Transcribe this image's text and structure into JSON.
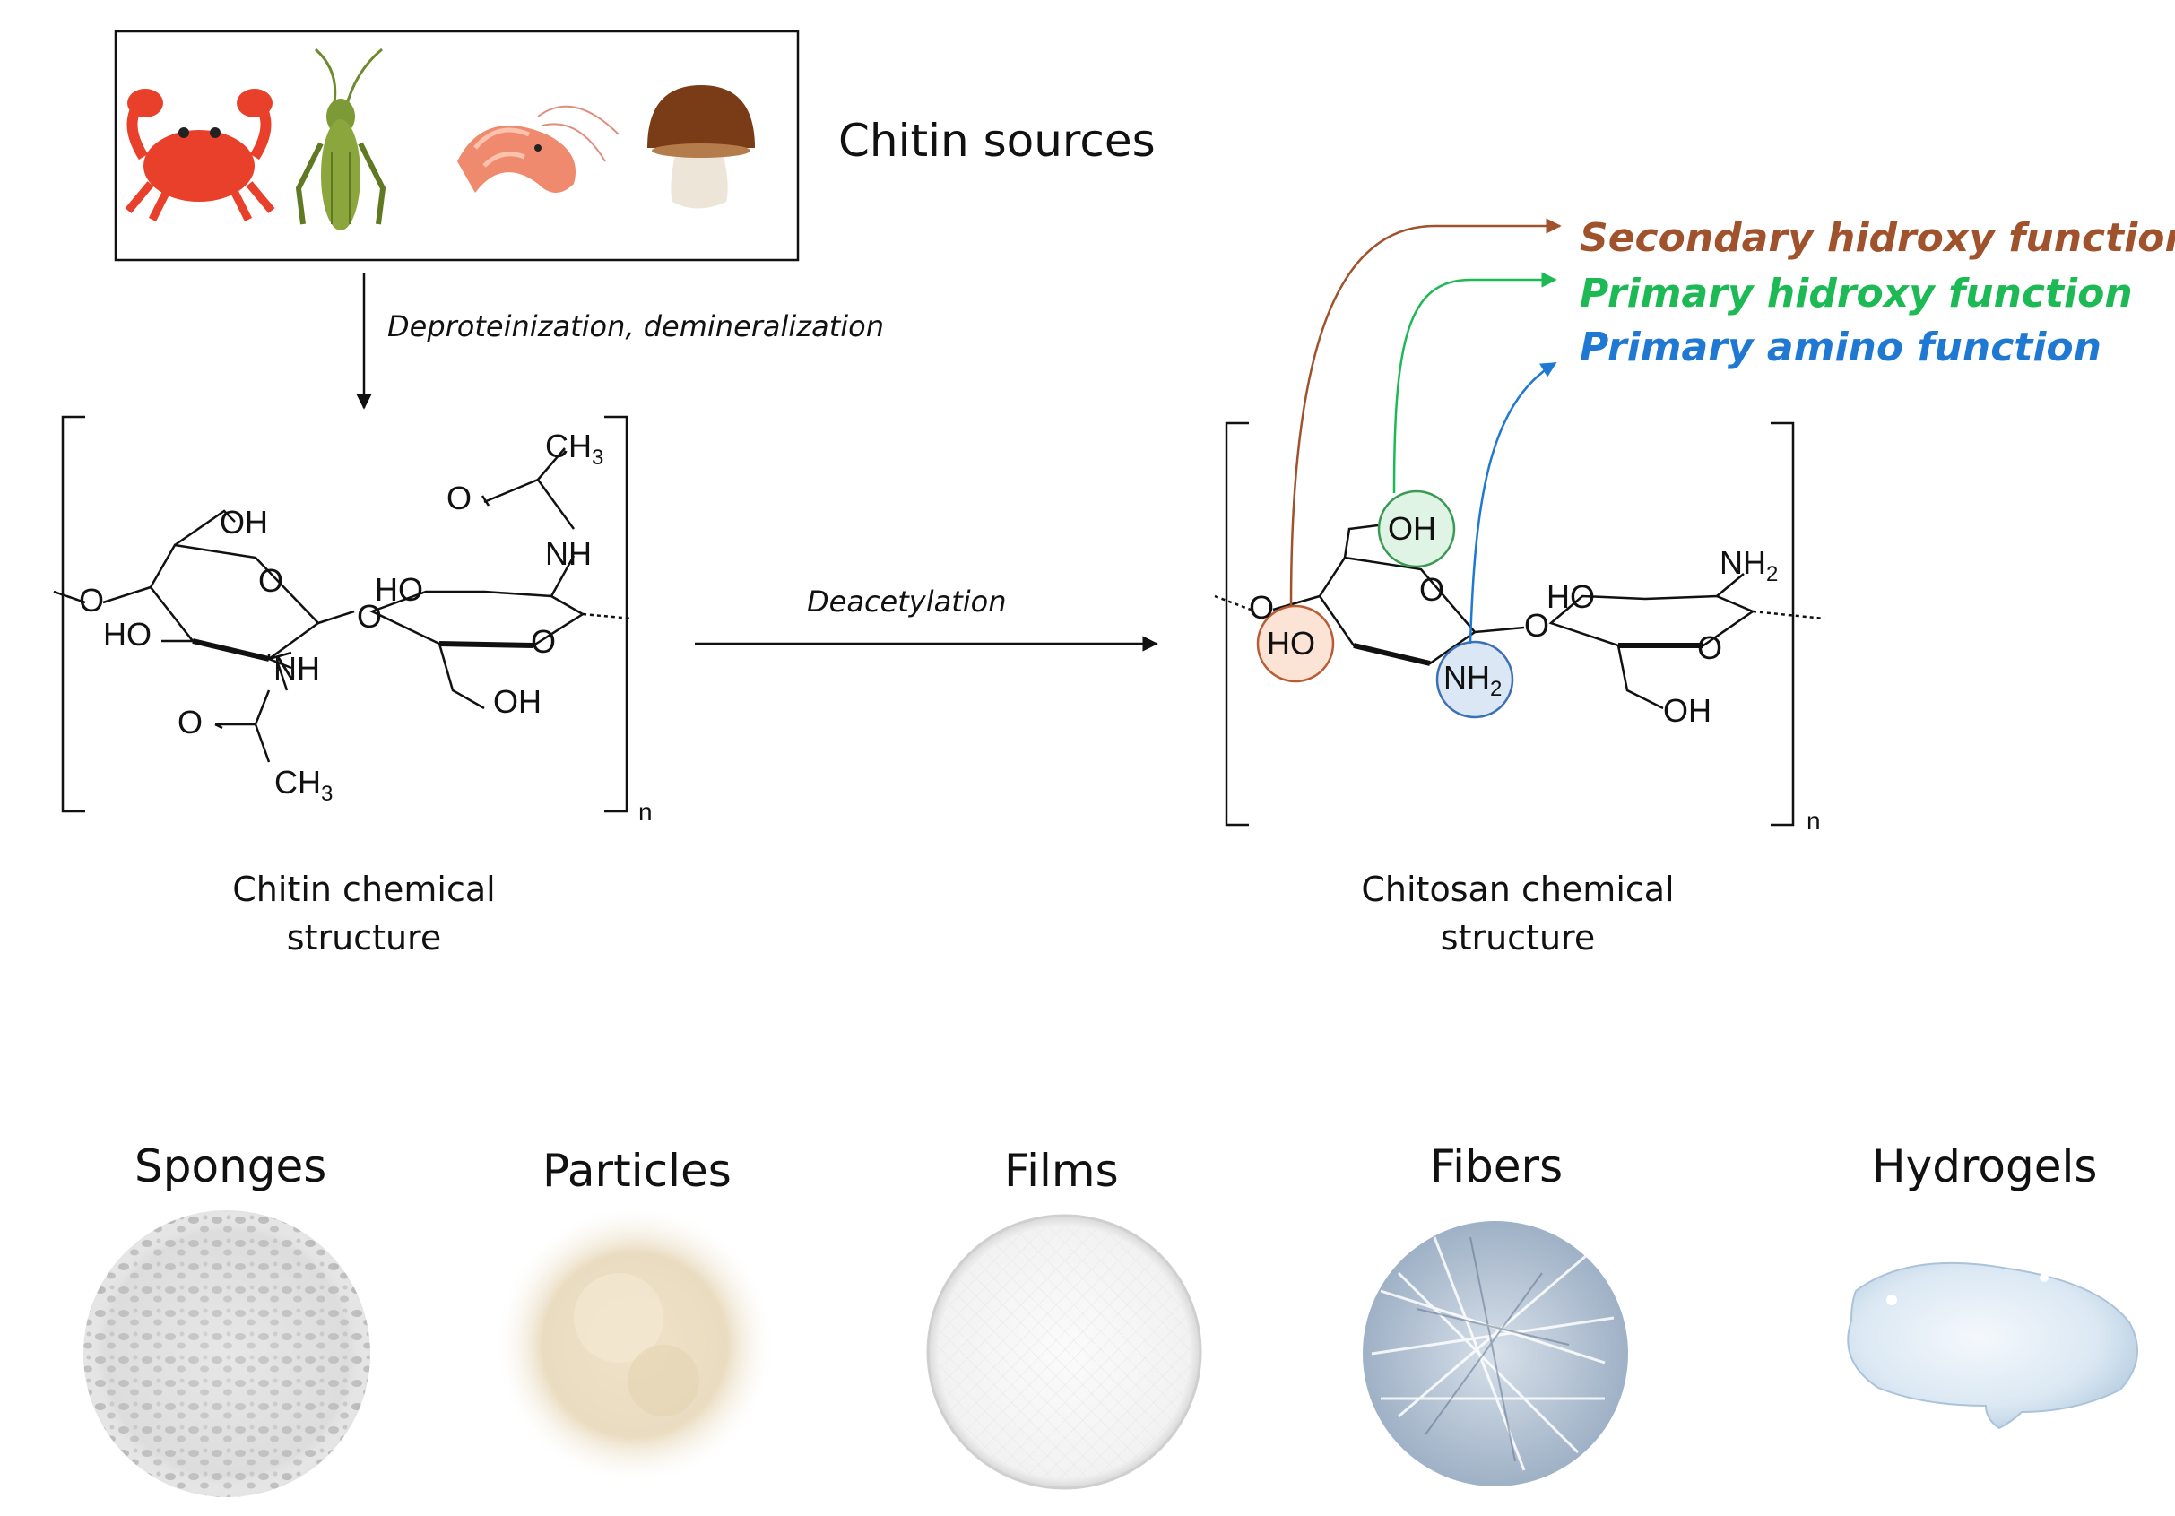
{
  "sources": {
    "title": "Chitin sources",
    "icons": [
      "crab-icon",
      "grasshopper-icon",
      "shrimp-icon",
      "mushroom-icon"
    ]
  },
  "step1": {
    "label": "Deproteinization, demineralization"
  },
  "step2": {
    "label": "Deacetylation"
  },
  "chitin": {
    "caption_line1": "Chitin chemical",
    "caption_line2": "structure",
    "atoms": {
      "ch3": "CH",
      "ch3_sub": "3",
      "o": "O",
      "oh": "OH",
      "ho": "HO",
      "nh": "NH",
      "n": "n"
    }
  },
  "chitosan": {
    "caption_line1": "Chitosan chemical",
    "caption_line2": "structure",
    "atoms": {
      "nh2": "NH",
      "nh2_sub": "2",
      "o": "O",
      "oh": "OH",
      "ho": "HO",
      "n": "n"
    }
  },
  "functions": [
    {
      "label": "Secondary hidroxy function",
      "color": "#a0522d"
    },
    {
      "label": "Primary hidroxy function",
      "color": "#1db954"
    },
    {
      "label": "Primary amino function",
      "color": "#1f78d1"
    }
  ],
  "forms": [
    {
      "label": "Sponges"
    },
    {
      "label": "Particles"
    },
    {
      "label": "Films"
    },
    {
      "label": "Fibers"
    },
    {
      "label": "Hydrogels"
    }
  ]
}
